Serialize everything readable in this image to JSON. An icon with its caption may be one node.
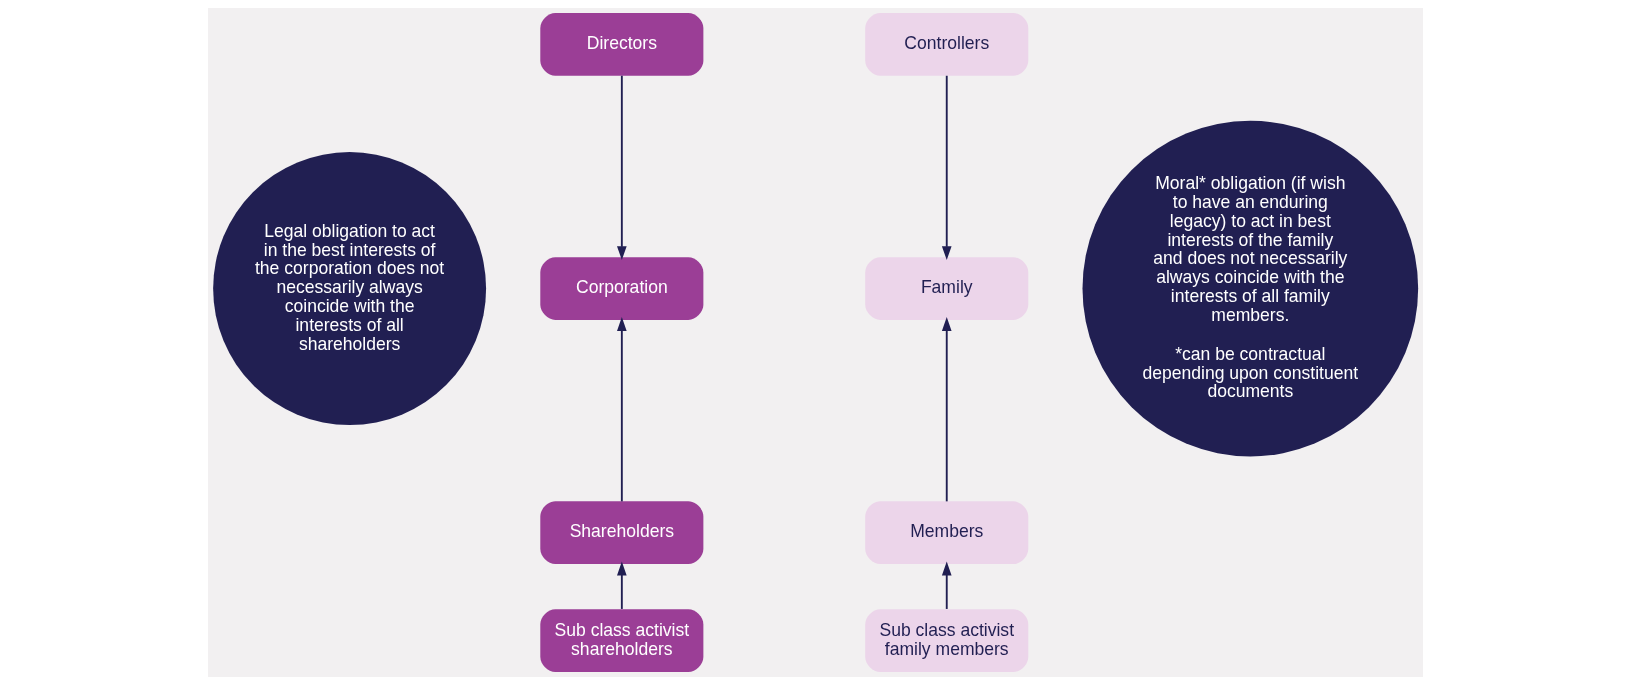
{
  "diagram": {
    "nodes": [
      {
        "text": [
          "Legal obligation to act in the best interests of the corporation does not necessarily always coincide with the interests of all shareholders"
        ]
      },
      {
        "text": [
          "Directors"
        ]
      },
      {
        "text": [
          "Corporation"
        ]
      },
      {
        "text": [
          "Shareholders"
        ]
      },
      {
        "text": [
          "Sub class activist shareholders"
        ]
      },
      {
        "text": [
          "Controllers"
        ]
      },
      {
        "text": [
          "Family"
        ]
      },
      {
        "text": [
          "Members"
        ]
      },
      {
        "text": [
          "Sub class activist family members"
        ]
      },
      {
        "text": [
          "Moral* obligation (if wish to have an enduring legacy) to act in best interests of the family and does not necessarily always coincide with the interests of all family members.",
          "*can be contractual depending upon constituent documents"
        ]
      }
    ],
    "edges": [
      {
        "from": 1,
        "to": 2,
        "arrow": "to"
      },
      {
        "from": 3,
        "to": 2,
        "arrow": "to"
      },
      {
        "from": 4,
        "to": 3,
        "arrow": "to"
      },
      {
        "from": 5,
        "to": 6,
        "arrow": "to"
      },
      {
        "from": 7,
        "to": 6,
        "arrow": "to"
      },
      {
        "from": 8,
        "to": 7,
        "arrow": "to"
      }
    ]
  }
}
